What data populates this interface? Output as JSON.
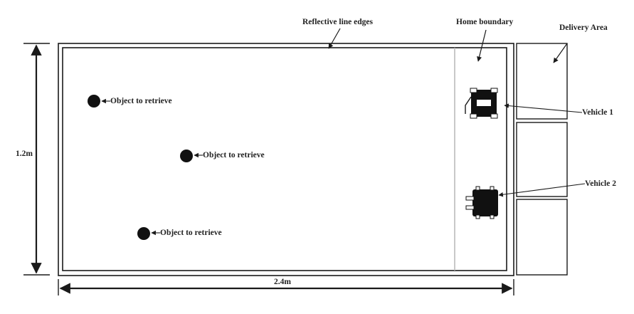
{
  "labels": {
    "reflective_edges": "Reflective line edges",
    "home_boundary": "Home boundary",
    "delivery_area": "Delivery Area",
    "vehicle_1": "Vehicle 1",
    "vehicle_2": "Vehicle 2",
    "object_1": "Object to retrieve",
    "object_2": "Object to retrieve",
    "object_3": "Object to retrieve",
    "height_dim": "1.2m",
    "width_dim": "2.4m"
  },
  "colors": {
    "ink": "#1a1a1a",
    "home_boundary_line": "#b5b5b5",
    "background": "#ffffff"
  }
}
